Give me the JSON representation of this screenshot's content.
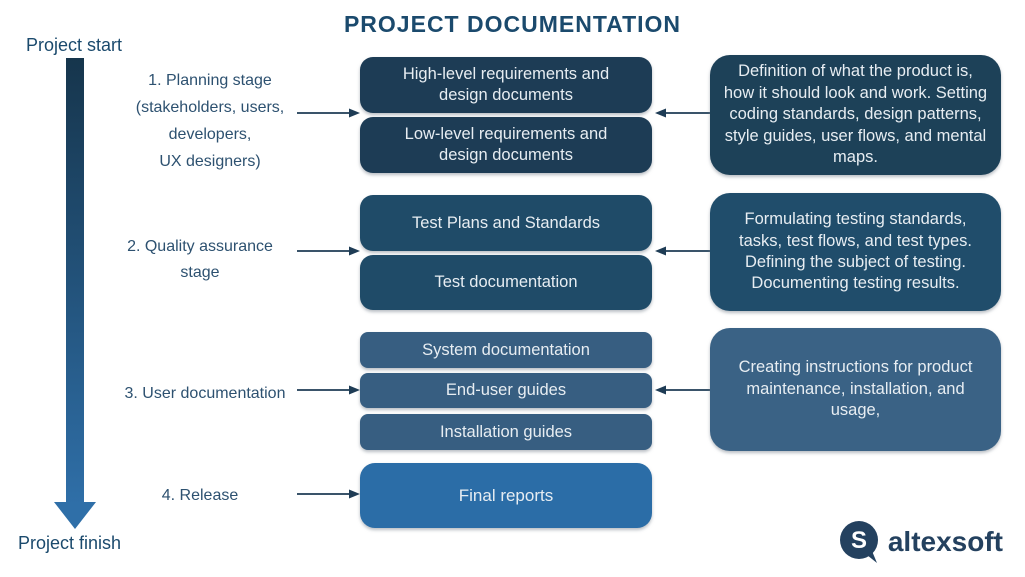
{
  "title": "PROJECT DOCUMENTATION",
  "timeline": {
    "start_label": "Project start",
    "finish_label": "Project finish"
  },
  "stages": [
    {
      "label_lines": [
        "1. Planning stage",
        "(stakeholders, users,",
        "developers,",
        "UX designers)"
      ],
      "boxes": [
        "High-level requirements and design documents",
        "Low-level requirements and design documents"
      ],
      "description": "Definition of what the product is, how it should look and work. Setting coding standards, design patterns, style guides, user flows, and mental maps."
    },
    {
      "label_lines": [
        "2. Quality assurance",
        "stage"
      ],
      "boxes": [
        "Test Plans and Standards",
        "Test documentation"
      ],
      "description": "Formulating testing standards, tasks, test flows, and test types. Defining the subject of testing. Documenting testing results."
    },
    {
      "label_lines": [
        "3. User documentation"
      ],
      "boxes": [
        "System documentation",
        "End-user guides",
        "Installation guides"
      ],
      "description": "Creating instructions for product maintenance, installation, and usage,"
    },
    {
      "label_lines": [
        "4. Release"
      ],
      "boxes": [
        "Final reports"
      ],
      "description": ""
    }
  ],
  "logo": {
    "text": "altexsoft",
    "icon_letter": "S"
  },
  "colors": {
    "title_text": "#1b4a6d",
    "label_text": "#2d5170",
    "box_text": "#e7edf2",
    "stage1_box": "#1d3c55",
    "stage2_box": "#1f4b68",
    "stage3_box": "#375e81",
    "stage4_box": "#2b6da7",
    "desc1_box": "#1d4158",
    "desc2_box": "#204d6b",
    "desc3_box": "#3a6285",
    "timeline_top": "#16354c",
    "timeline_bottom": "#2f6fa8",
    "arrow": "#1e3c55"
  }
}
